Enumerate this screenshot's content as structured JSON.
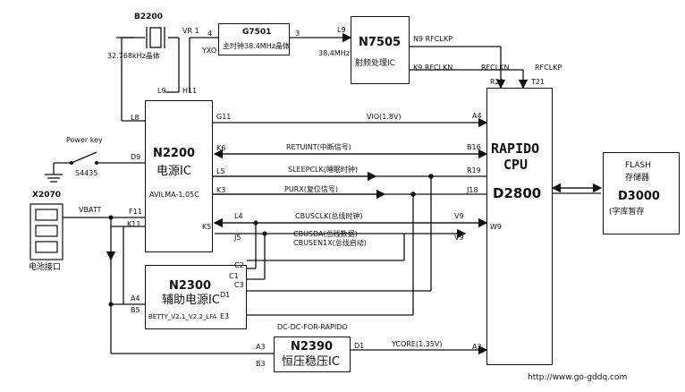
{
  "blocks": {
    "b2200": {
      "name": "B2200",
      "desc": "32.768kHz晶体",
      "pin_vr1": "VR 1"
    },
    "g7501": {
      "name": "G7501",
      "desc": "主时钟38.4MHz晶体",
      "pin4": "4",
      "pin3": "3",
      "yxo": "YXO"
    },
    "n7505": {
      "name": "N7505",
      "desc": "射频处理IC",
      "l9": "L9",
      "freq": "38.4MHz",
      "n9": "N9 RFCLKP",
      "k9": "K9 RFCLKN"
    },
    "n2200": {
      "name": "N2200",
      "desc": "电源IC",
      "part": "AVILMA-1.05C",
      "pins": {
        "l9": "L9",
        "h11": "H11",
        "l8": "L8",
        "g11": "G11",
        "k6": "K6",
        "d9": "D9",
        "l5": "L5",
        "k3": "K3",
        "f11": "F11",
        "k11": "K11",
        "k5": "K5"
      }
    },
    "n2300": {
      "name": "N2300",
      "desc": "辅助电源IC",
      "part": "BETTY_V2.1_V2.2_LFA",
      "pins": {
        "c1": "C1",
        "c2": "C2",
        "c3": "C3",
        "d1": "D1",
        "e3": "E3",
        "a4": "A4",
        "b5": "B5"
      }
    },
    "n2390": {
      "name": "N2390",
      "desc": "恒压稳压IC",
      "title": "DC-DC-FOR-RAPIDO",
      "pins": {
        "a3": "A3",
        "b3": "B3",
        "d1": "D1",
        "a3r": "A3"
      }
    },
    "cpu": {
      "line1": "RAPIDO",
      "line2": "CPU",
      "name": "D2800",
      "pins": {
        "r21": "R21",
        "t21": "T21",
        "a4": "A4",
        "b16": "B16",
        "r19": "R19",
        "j18": "J18",
        "v9": "V9",
        "w9": "W9",
        "v9b": "V9"
      }
    },
    "flash": {
      "line1": "FLASH",
      "line2": "存储器",
      "name": "D3000",
      "desc": "(字库暂存"
    },
    "battery": {
      "name": "X2070",
      "label": "电池接口"
    }
  },
  "signals": {
    "rfclkn": "RFCLKN",
    "rfclkp": "RFCLKP",
    "vio": "VIO(1.8V)",
    "retuint": "RETUINT(中断信号)",
    "sleepclk": "SLEEPCLK(睡眠时钟)",
    "purx": "PURX(复位信号)",
    "cbusclk": "CBUSCLK(总线时钟)",
    "cbusda": "CBUSDA(总线数据)",
    "cbusenix": "CBUSEN1X(总线启动)",
    "vbatt": "VBATT",
    "ycore": "YCORE(1.35V)",
    "l4": "L4",
    "j5": "J5"
  },
  "power_key": {
    "label": "Power key",
    "switch": "S4435"
  },
  "watermark": "http://www.go-gddq.com"
}
